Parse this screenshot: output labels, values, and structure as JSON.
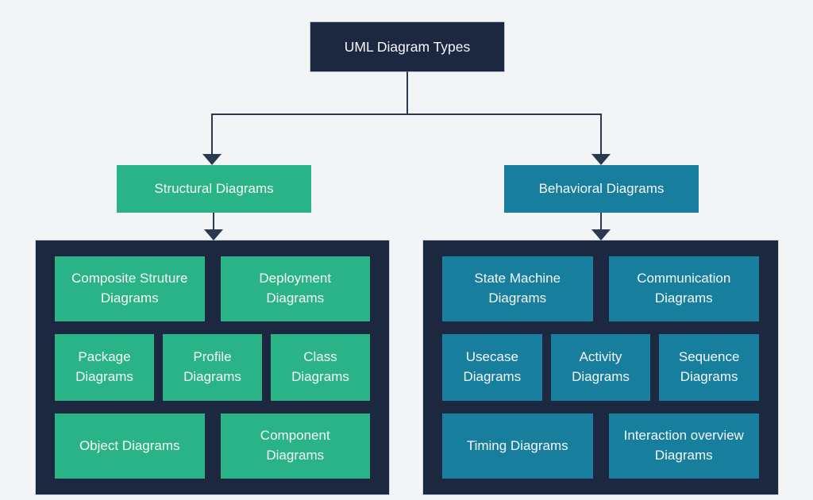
{
  "colors": {
    "background": "#f2f4f6",
    "navy": "#1b2840",
    "green": "#2ab387",
    "teal": "#177f9d",
    "connector": "#2b3950",
    "text": "#f5f8f8"
  },
  "root": {
    "label": "UML Diagram Types"
  },
  "branches": {
    "structural": {
      "label": "Structural Diagrams",
      "color": "#2ab387",
      "children": [
        "Composite Struture Diagrams",
        "Deployment Diagrams",
        "Package Diagrams",
        "Profile Diagrams",
        "Class Diagrams",
        "Object Diagrams",
        "Component Diagrams"
      ]
    },
    "behavioral": {
      "label": "Behavioral Diagrams",
      "color": "#177f9d",
      "children": [
        "State Machine Diagrams",
        "Communication Diagrams",
        "Usecase Diagrams",
        "Activity Diagrams",
        "Sequence Diagrams",
        "Timing Diagrams",
        "Interaction overview Diagrams"
      ]
    }
  }
}
